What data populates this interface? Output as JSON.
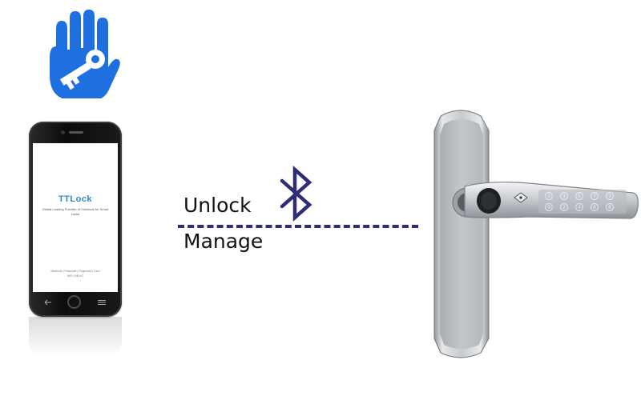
{
  "brand": {
    "logo_icon": "hand-key-icon",
    "logo_color": "#1e6fe0"
  },
  "phone": {
    "app_title": "TTLock",
    "tagline": "Global Leading Provider of Solutions for Smart Locks",
    "features": "Bluetooth | Passcode | Fingerprint | Card",
    "features_line2": "WiFi | NB-IoT",
    "accent_color": "#2f87c9"
  },
  "connection": {
    "top_label": "Unlock",
    "bottom_label": "Manage",
    "icon": "bluetooth-icon",
    "line_color": "#2e2d78",
    "icon_color": "#2e2d78"
  },
  "lock": {
    "keypad_digits": [
      "1",
      "3",
      "5",
      "7",
      "9",
      "0",
      "2",
      "4",
      "6",
      "8"
    ],
    "image": "smart-lock-handle"
  }
}
